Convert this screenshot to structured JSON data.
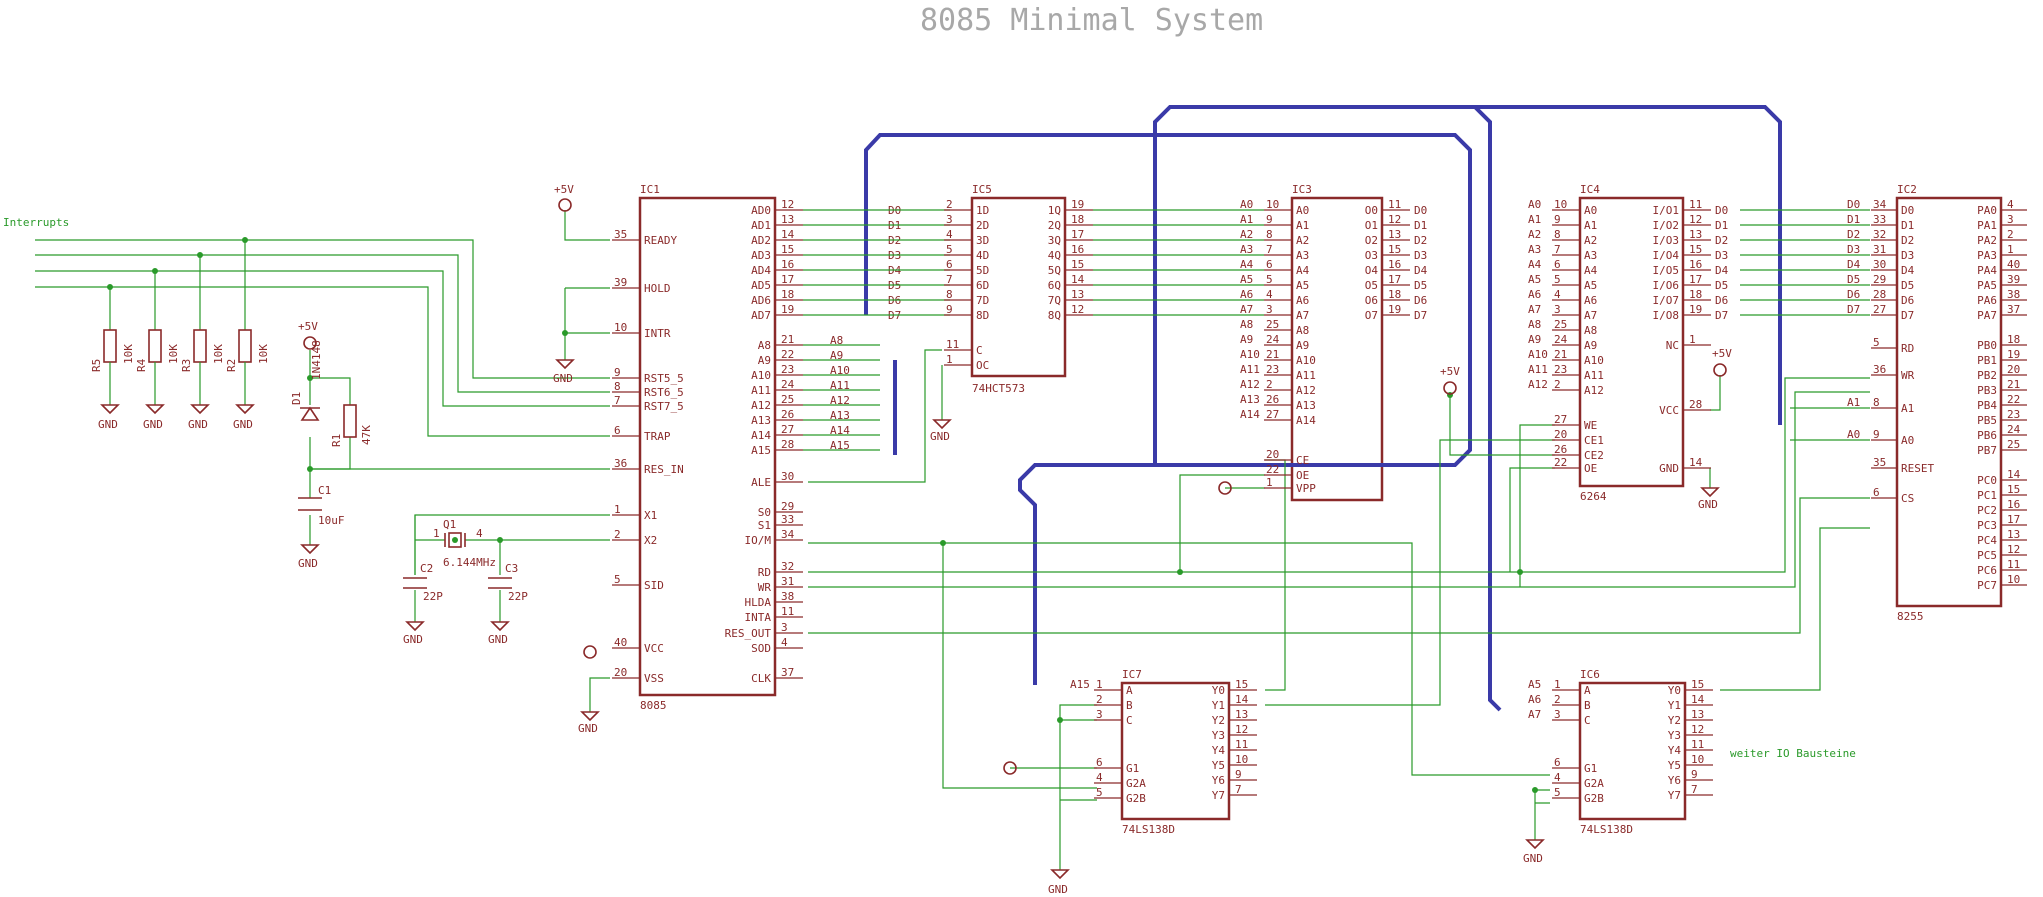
{
  "title": "8085 Minimal System",
  "net_labels": {
    "interrupts": "Interrupts",
    "weiter": "weiter IO Bausteine",
    "vcc": "+5V",
    "gnd": "GND"
  },
  "ic1": {
    "name": "IC1",
    "value": "8085",
    "left_pins": [
      {
        "num": "35",
        "label": "READY"
      },
      {
        "num": "39",
        "label": "HOLD"
      },
      {
        "num": "10",
        "label": "INTR"
      },
      {
        "num": "9",
        "label": "RST5_5"
      },
      {
        "num": "8",
        "label": "RST6_5"
      },
      {
        "num": "7",
        "label": "RST7_5"
      },
      {
        "num": "6",
        "label": "TRAP"
      },
      {
        "num": "36",
        "label": "RES_IN"
      },
      {
        "num": "1",
        "label": "X1"
      },
      {
        "num": "2",
        "label": "X2"
      },
      {
        "num": "5",
        "label": "SID"
      },
      {
        "num": "40",
        "label": "VCC"
      },
      {
        "num": "20",
        "label": "VSS"
      }
    ],
    "right_pins": [
      {
        "num": "12",
        "label": "AD0"
      },
      {
        "num": "13",
        "label": "AD1"
      },
      {
        "num": "14",
        "label": "AD2"
      },
      {
        "num": "15",
        "label": "AD3"
      },
      {
        "num": "16",
        "label": "AD4"
      },
      {
        "num": "17",
        "label": "AD5"
      },
      {
        "num": "18",
        "label": "AD6"
      },
      {
        "num": "19",
        "label": "AD7"
      },
      {
        "num": "21",
        "label": "A8"
      },
      {
        "num": "22",
        "label": "A9"
      },
      {
        "num": "23",
        "label": "A10"
      },
      {
        "num": "24",
        "label": "A11"
      },
      {
        "num": "25",
        "label": "A12"
      },
      {
        "num": "26",
        "label": "A13"
      },
      {
        "num": "27",
        "label": "A14"
      },
      {
        "num": "28",
        "label": "A15"
      },
      {
        "num": "30",
        "label": "ALE"
      },
      {
        "num": "29",
        "label": "S0"
      },
      {
        "num": "33",
        "label": "S1"
      },
      {
        "num": "34",
        "label": "IO/M"
      },
      {
        "num": "32",
        "label": "RD"
      },
      {
        "num": "31",
        "label": "WR"
      },
      {
        "num": "38",
        "label": "HLDA"
      },
      {
        "num": "11",
        "label": "INTA"
      },
      {
        "num": "3",
        "label": "RES_OUT"
      },
      {
        "num": "4",
        "label": "SOD"
      },
      {
        "num": "37",
        "label": "CLK"
      }
    ],
    "data_nets": [
      "D0",
      "D1",
      "D2",
      "D3",
      "D4",
      "D5",
      "D6",
      "D7"
    ],
    "addr_nets": [
      "A8",
      "A9",
      "A10",
      "A11",
      "A12",
      "A13",
      "A14",
      "A15"
    ]
  },
  "ic5": {
    "name": "IC5",
    "value": "74HCT573",
    "in_pins": [
      {
        "num": "2",
        "label": "1D"
      },
      {
        "num": "3",
        "label": "2D"
      },
      {
        "num": "4",
        "label": "3D"
      },
      {
        "num": "5",
        "label": "4D"
      },
      {
        "num": "6",
        "label": "5D"
      },
      {
        "num": "7",
        "label": "6D"
      },
      {
        "num": "8",
        "label": "7D"
      },
      {
        "num": "9",
        "label": "8D"
      }
    ],
    "out_pins": [
      {
        "num": "19",
        "label": "1Q"
      },
      {
        "num": "18",
        "label": "2Q"
      },
      {
        "num": "17",
        "label": "3Q"
      },
      {
        "num": "16",
        "label": "4Q"
      },
      {
        "num": "15",
        "label": "5Q"
      },
      {
        "num": "14",
        "label": "6Q"
      },
      {
        "num": "13",
        "label": "7Q"
      },
      {
        "num": "12",
        "label": "8Q"
      }
    ],
    "ctrl_pins": [
      {
        "num": "11",
        "label": "C"
      },
      {
        "num": "1",
        "label": "OC"
      }
    ]
  },
  "ic3": {
    "name": "IC3",
    "value": "",
    "left_pins": [
      {
        "num": "10",
        "label": "A0",
        "net": "A0"
      },
      {
        "num": "9",
        "label": "A1",
        "net": "A1"
      },
      {
        "num": "8",
        "label": "A2",
        "net": "A2"
      },
      {
        "num": "7",
        "label": "A3",
        "net": "A3"
      },
      {
        "num": "6",
        "label": "A4",
        "net": "A4"
      },
      {
        "num": "5",
        "label": "A5",
        "net": "A5"
      },
      {
        "num": "4",
        "label": "A6",
        "net": "A6"
      },
      {
        "num": "3",
        "label": "A7",
        "net": "A7"
      },
      {
        "num": "25",
        "label": "A8",
        "net": "A8"
      },
      {
        "num": "24",
        "label": "A9",
        "net": "A9"
      },
      {
        "num": "21",
        "label": "A10",
        "net": "A10"
      },
      {
        "num": "23",
        "label": "A11",
        "net": "A11"
      },
      {
        "num": "2",
        "label": "A12",
        "net": "A12"
      },
      {
        "num": "26",
        "label": "A13",
        "net": "A13"
      },
      {
        "num": "27",
        "label": "A14",
        "net": "A14"
      }
    ],
    "ctrl_pins": [
      {
        "num": "20",
        "label": "CE"
      },
      {
        "num": "22",
        "label": "OE"
      },
      {
        "num": "1",
        "label": "VPP"
      }
    ],
    "right_pins": [
      {
        "num": "11",
        "label": "O0",
        "net": "D0"
      },
      {
        "num": "12",
        "label": "O1",
        "net": "D1"
      },
      {
        "num": "13",
        "label": "O2",
        "net": "D2"
      },
      {
        "num": "15",
        "label": "O3",
        "net": "D3"
      },
      {
        "num": "16",
        "label": "O4",
        "net": "D4"
      },
      {
        "num": "17",
        "label": "O5",
        "net": "D5"
      },
      {
        "num": "18",
        "label": "O6",
        "net": "D6"
      },
      {
        "num": "19",
        "label": "O7",
        "net": "D7"
      }
    ]
  },
  "ic4": {
    "name": "IC4",
    "value": "6264",
    "left_pins": [
      {
        "num": "10",
        "label": "A0",
        "net": "A0"
      },
      {
        "num": "9",
        "label": "A1",
        "net": "A1"
      },
      {
        "num": "8",
        "label": "A2",
        "net": "A2"
      },
      {
        "num": "7",
        "label": "A3",
        "net": "A3"
      },
      {
        "num": "6",
        "label": "A4",
        "net": "A4"
      },
      {
        "num": "5",
        "label": "A5",
        "net": "A5"
      },
      {
        "num": "4",
        "label": "A6",
        "net": "A6"
      },
      {
        "num": "3",
        "label": "A7",
        "net": "A7"
      },
      {
        "num": "25",
        "label": "A8",
        "net": "A8"
      },
      {
        "num": "24",
        "label": "A9",
        "net": "A9"
      },
      {
        "num": "21",
        "label": "A10",
        "net": "A10"
      },
      {
        "num": "23",
        "label": "A11",
        "net": "A11"
      },
      {
        "num": "2",
        "label": "A12",
        "net": "A12"
      }
    ],
    "ctrl_pins": [
      {
        "num": "27",
        "label": "WE"
      },
      {
        "num": "20",
        "label": "CE1"
      },
      {
        "num": "26",
        "label": "CE2"
      },
      {
        "num": "22",
        "label": "OE"
      }
    ],
    "right_pins": [
      {
        "num": "11",
        "label": "I/O1",
        "net": "D0"
      },
      {
        "num": "12",
        "label": "I/O2",
        "net": "D1"
      },
      {
        "num": "13",
        "label": "I/O3",
        "net": "D2"
      },
      {
        "num": "15",
        "label": "I/O4",
        "net": "D3"
      },
      {
        "num": "16",
        "label": "I/O5",
        "net": "D4"
      },
      {
        "num": "17",
        "label": "I/O6",
        "net": "D5"
      },
      {
        "num": "18",
        "label": "I/O7",
        "net": "D6"
      },
      {
        "num": "19",
        "label": "I/O8",
        "net": "D7"
      }
    ],
    "extra_pins": [
      {
        "num": "1",
        "label": "NC"
      },
      {
        "num": "28",
        "label": "VCC"
      },
      {
        "num": "14",
        "label": "GND"
      }
    ]
  },
  "ic2": {
    "name": "IC2",
    "value": "8255",
    "left_pins": [
      {
        "num": "34",
        "label": "D0",
        "net": "D0"
      },
      {
        "num": "33",
        "label": "D1",
        "net": "D1"
      },
      {
        "num": "32",
        "label": "D2",
        "net": "D2"
      },
      {
        "num": "31",
        "label": "D3",
        "net": "D3"
      },
      {
        "num": "30",
        "label": "D4",
        "net": "D4"
      },
      {
        "num": "29",
        "label": "D5",
        "net": "D5"
      },
      {
        "num": "28",
        "label": "D6",
        "net": "D6"
      },
      {
        "num": "27",
        "label": "D7",
        "net": "D7"
      }
    ],
    "ctrl_pins": [
      {
        "num": "5",
        "label": "RD",
        "net": ""
      },
      {
        "num": "36",
        "label": "WR",
        "net": ""
      },
      {
        "num": "8",
        "label": "A1",
        "net": "A1"
      },
      {
        "num": "9",
        "label": "A0",
        "net": "A0"
      },
      {
        "num": "35",
        "label": "RESET",
        "net": ""
      },
      {
        "num": "6",
        "label": "CS",
        "net": ""
      }
    ],
    "right_pins": [
      {
        "num": "4",
        "label": "PA0"
      },
      {
        "num": "3",
        "label": "PA1"
      },
      {
        "num": "2",
        "label": "PA2"
      },
      {
        "num": "1",
        "label": "PA3"
      },
      {
        "num": "40",
        "label": "PA4"
      },
      {
        "num": "39",
        "label": "PA5"
      },
      {
        "num": "38",
        "label": "PA6"
      },
      {
        "num": "37",
        "label": "PA7"
      },
      {
        "num": "18",
        "label": "PB0"
      },
      {
        "num": "19",
        "label": "PB1"
      },
      {
        "num": "20",
        "label": "PB2"
      },
      {
        "num": "21",
        "label": "PB3"
      },
      {
        "num": "22",
        "label": "PB4"
      },
      {
        "num": "23",
        "label": "PB5"
      },
      {
        "num": "24",
        "label": "PB6"
      },
      {
        "num": "25",
        "label": "PB7"
      },
      {
        "num": "14",
        "label": "PC0"
      },
      {
        "num": "15",
        "label": "PC1"
      },
      {
        "num": "16",
        "label": "PC2"
      },
      {
        "num": "17",
        "label": "PC3"
      },
      {
        "num": "13",
        "label": "PC4"
      },
      {
        "num": "12",
        "label": "PC5"
      },
      {
        "num": "11",
        "label": "PC6"
      },
      {
        "num": "10",
        "label": "PC7"
      }
    ]
  },
  "ic7": {
    "name": "IC7",
    "value": "74LS138D",
    "left_pins": [
      {
        "num": "1",
        "label": "A",
        "net": "A15"
      },
      {
        "num": "2",
        "label": "B",
        "net": ""
      },
      {
        "num": "3",
        "label": "C",
        "net": ""
      },
      {
        "num": "6",
        "label": "G1",
        "net": ""
      },
      {
        "num": "4",
        "label": "G2A",
        "net": ""
      },
      {
        "num": "5",
        "label": "G2B",
        "net": ""
      }
    ],
    "right_pins": [
      {
        "num": "15",
        "label": "Y0"
      },
      {
        "num": "14",
        "label": "Y1"
      },
      {
        "num": "13",
        "label": "Y2"
      },
      {
        "num": "12",
        "label": "Y3"
      },
      {
        "num": "11",
        "label": "Y4"
      },
      {
        "num": "10",
        "label": "Y5"
      },
      {
        "num": "9",
        "label": "Y6"
      },
      {
        "num": "7",
        "label": "Y7"
      }
    ]
  },
  "ic6": {
    "name": "IC6",
    "value": "74LS138D",
    "left_pins": [
      {
        "num": "1",
        "label": "A",
        "net": "A5"
      },
      {
        "num": "2",
        "label": "B",
        "net": "A6"
      },
      {
        "num": "3",
        "label": "C",
        "net": "A7"
      },
      {
        "num": "6",
        "label": "G1",
        "net": ""
      },
      {
        "num": "4",
        "label": "G2A",
        "net": ""
      },
      {
        "num": "5",
        "label": "G2B",
        "net": ""
      }
    ],
    "right_pins": [
      {
        "num": "15",
        "label": "Y0"
      },
      {
        "num": "14",
        "label": "Y1"
      },
      {
        "num": "13",
        "label": "Y2"
      },
      {
        "num": "12",
        "label": "Y3"
      },
      {
        "num": "11",
        "label": "Y4"
      },
      {
        "num": "10",
        "label": "Y5"
      },
      {
        "num": "9",
        "label": "Y6"
      },
      {
        "num": "7",
        "label": "Y7"
      }
    ]
  },
  "resistors": [
    {
      "name": "R5",
      "value": "10K"
    },
    {
      "name": "R4",
      "value": "10K"
    },
    {
      "name": "R3",
      "value": "10K"
    },
    {
      "name": "R2",
      "value": "10K"
    }
  ],
  "reset_circuit": {
    "r1_name": "R1",
    "r1_value": "47K",
    "d1_name": "D1",
    "d1_value": "1N4148",
    "c1_name": "C1",
    "c1_value": "10uF"
  },
  "crystal": {
    "q1_name": "Q1",
    "q1_value": "6.144MHz",
    "pin_a": "1",
    "pin_b": "4",
    "c2_name": "C2",
    "c2_value": "22P",
    "c3_name": "C3",
    "c3_value": "22P"
  }
}
